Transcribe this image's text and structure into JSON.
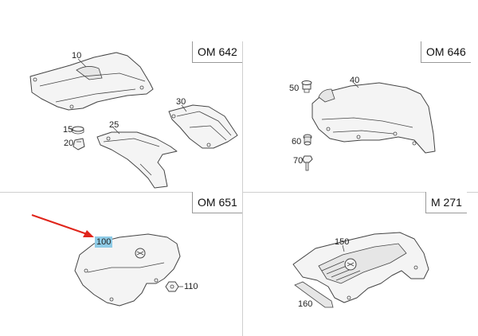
{
  "engines": {
    "top_left": "OM 642",
    "top_right": "OM 646",
    "bottom_left": "OM 651",
    "bottom_right": "M 271"
  },
  "parts": {
    "p10": "10",
    "p15": "15",
    "p20": "20",
    "p25": "25",
    "p30": "30",
    "p40": "40",
    "p50": "50",
    "p60": "60",
    "p70": "70",
    "p100": "100",
    "p110": "110",
    "p150": "150",
    "p160": "160"
  },
  "colors": {
    "highlight": "#8ecbe6",
    "arrow": "#e0251b",
    "divider": "#cfcfcf"
  }
}
